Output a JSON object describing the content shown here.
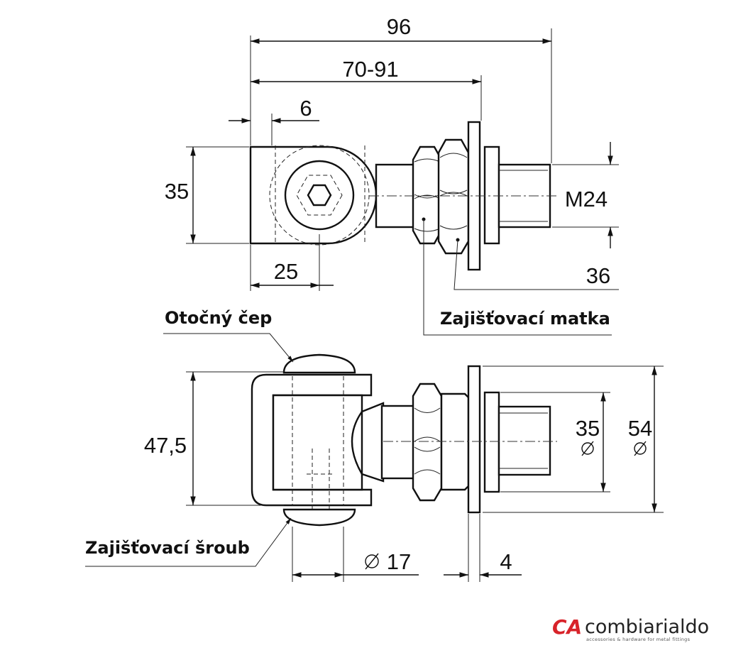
{
  "dimensions": {
    "overall_length": "96",
    "adjust_range": "70-91",
    "pin_offset": "6",
    "eye_height": "35",
    "eye_to_pin": "25",
    "thread": "M24",
    "nut_size": "36",
    "fork_height": "47,5",
    "collar_dia": "35",
    "washer_dia": "54",
    "pin_dia": "17",
    "washer_thickness": "4",
    "dia_symbol": "∅"
  },
  "labels": {
    "pivot_pin": "Otočný čep",
    "lock_nut": "Zajišťovací matka",
    "lock_screw": "Zajišťovací šroub"
  },
  "brand": {
    "logo_letters": "CA",
    "name": "combiarialdo",
    "tagline": "accessories & hardware for metal fittings",
    "color": "#d8232a"
  }
}
